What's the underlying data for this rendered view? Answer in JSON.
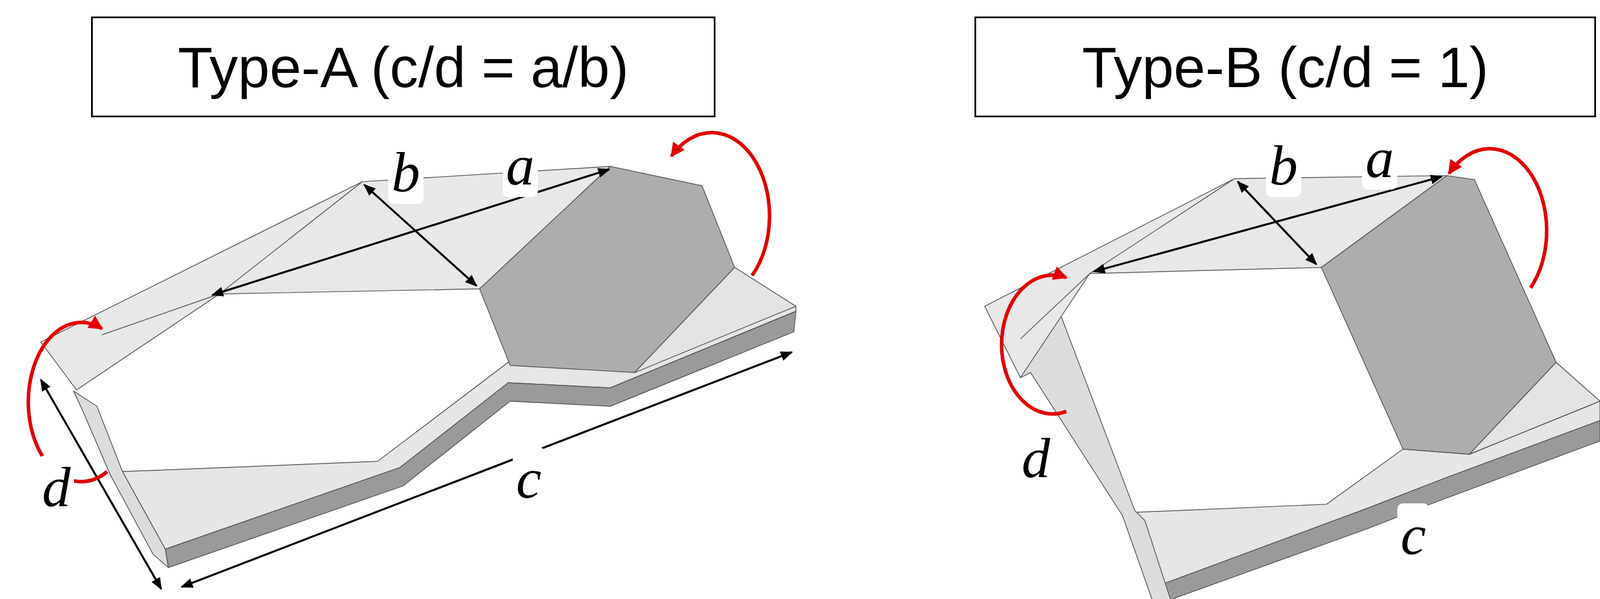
{
  "diagram": {
    "nodes": [
      {
        "text": [
          "Type-A (c/d = a/b)"
        ]
      },
      {
        "text": [
          "Type-B (c/d = 1)"
        ]
      }
    ],
    "labels": [
      "b",
      "a",
      "d",
      "c",
      "b",
      "a",
      "d",
      "c"
    ]
  }
}
